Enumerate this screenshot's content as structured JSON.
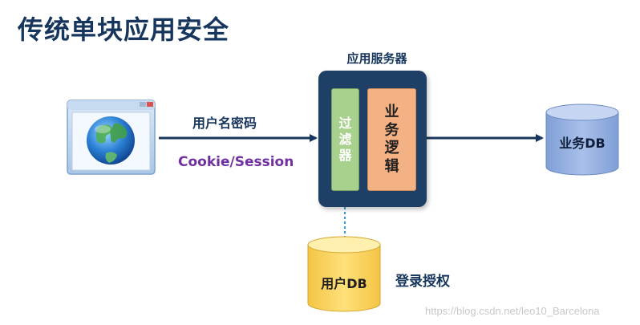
{
  "title": "传统单块应用安全",
  "server": {
    "label": "应用服务器",
    "filter_label": [
      "过",
      "滤",
      "器"
    ],
    "logic_label": [
      "业",
      "务",
      "逻",
      "辑"
    ]
  },
  "edges": {
    "user_credentials": "用户名密码",
    "cookie_session": "Cookie/Session",
    "auth": "登录授权"
  },
  "databases": {
    "business_db": "业务DB",
    "user_db": "用户DB"
  },
  "watermark": "https://blog.csdn.net/leo10_Barcelona",
  "colors": {
    "title": "#17365d",
    "server": "#1e3f66",
    "filter": "#a9d18e",
    "logic": "#f4b183",
    "business_db": "#8ea9db",
    "user_db": "#ffd966",
    "cookie_text": "#7030a0",
    "dashed_link": "#2e9fd9"
  }
}
